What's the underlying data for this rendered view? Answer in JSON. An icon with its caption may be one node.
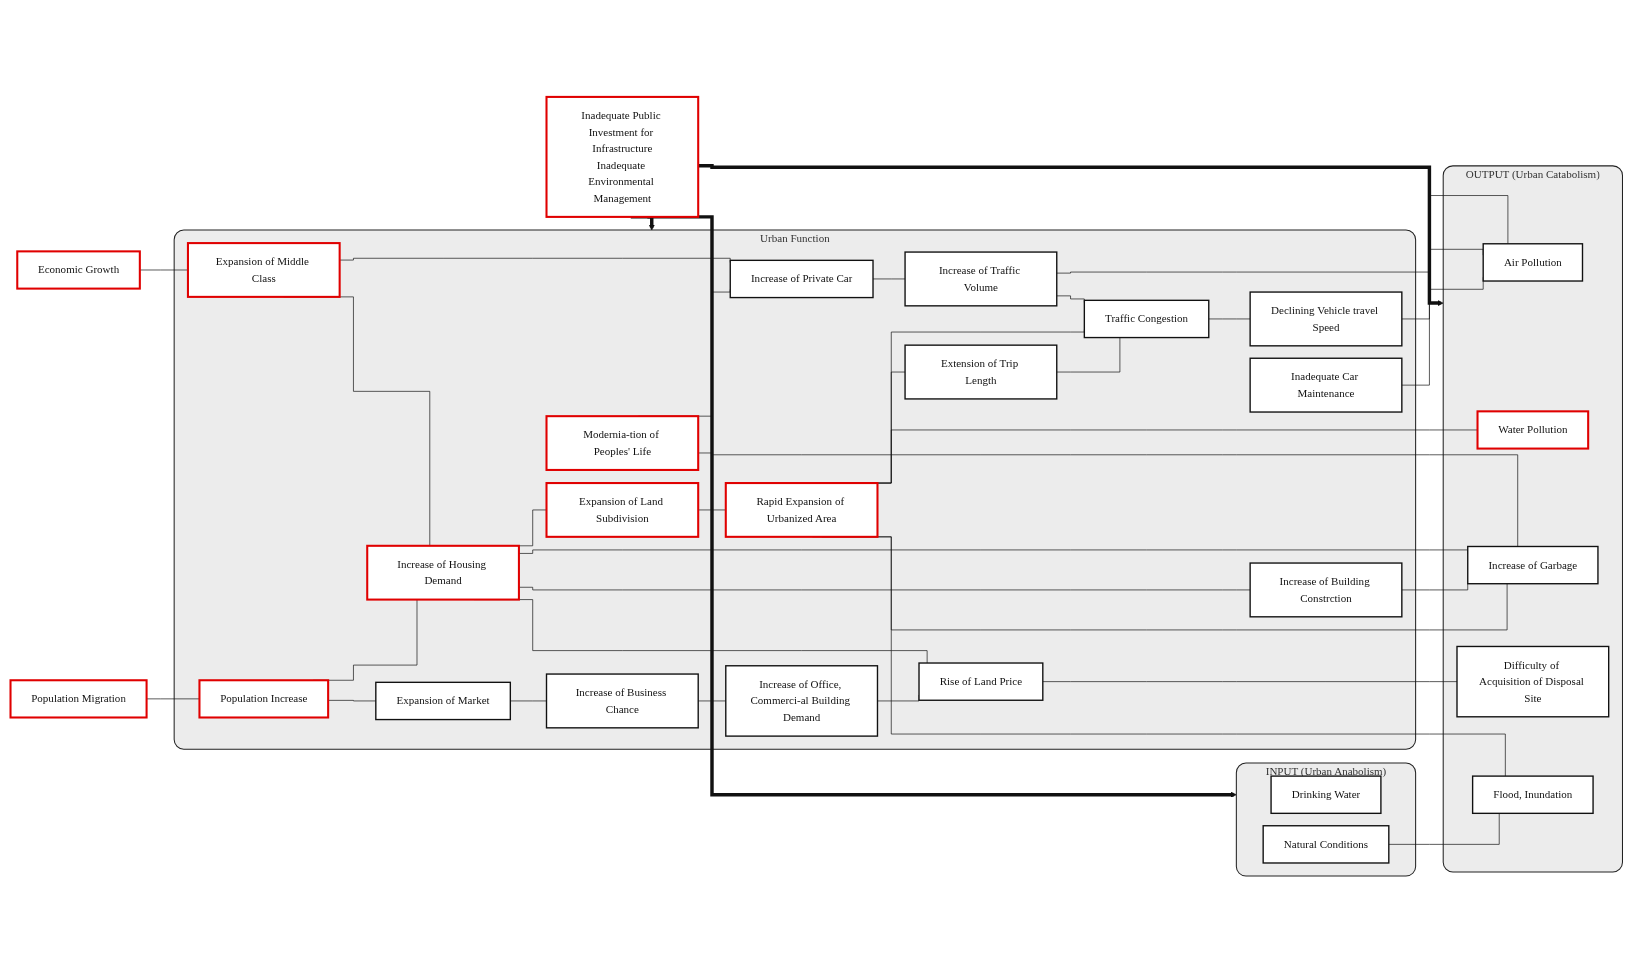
{
  "diagram": {
    "nodes": [
      {
        "text": [
          "INPUT (Urban Anabolism)"
        ]
      },
      {
        "text": [
          "Urban Function"
        ]
      },
      {
        "text": [
          "OUTPUT (Urban Catabolism)"
        ]
      },
      {
        "text": [
          "Economic Growth"
        ]
      },
      {
        "text": [
          "Population Migration"
        ]
      },
      {
        "text": [
          "Drinking Water"
        ],
        "in": 0
      },
      {
        "text": [
          "Natural Conditions"
        ],
        "in": 0
      },
      {
        "text": [
          "Increase of Private Car"
        ],
        "in": 1
      },
      {
        "text": [
          "Expansion of Middle Class"
        ],
        "in": 1
      },
      {
        "text": [
          "Increase of Housing Demand"
        ],
        "in": 1
      },
      {
        "text": [
          "Modernia-tion of Peoples' Life"
        ],
        "in": 1
      },
      {
        "text": [
          "Population Increase"
        ],
        "in": 1
      },
      {
        "text": [
          "Expansion of Market"
        ],
        "in": 1
      },
      {
        "text": [
          "Increase of Business Chance"
        ],
        "in": 1
      },
      {
        "text": [
          "Increase of Office, Commerci-al Building Demand"
        ],
        "in": 1
      },
      {
        "text": [
          "Expansion of Land Subdivision"
        ],
        "in": 1
      },
      {
        "text": [
          "Increase of Building Constrction"
        ],
        "in": 1
      },
      {
        "text": [
          "Increase of Traffic Volume"
        ],
        "in": 1
      },
      {
        "text": [
          "Rapid Expansion of Urbanized Area"
        ],
        "in": 1
      },
      {
        "text": [
          "Extension of Trip Length"
        ],
        "in": 1
      },
      {
        "text": [
          "Traffic Congestion"
        ],
        "in": 1
      },
      {
        "text": [
          "Declining Vehicle travel Speed"
        ],
        "in": 1
      },
      {
        "text": [
          "Inadequate Car Maintenance"
        ],
        "in": 1
      },
      {
        "text": [
          "Rise of Land Price"
        ],
        "in": 1
      },
      {
        "text": [
          "Air Pollution"
        ],
        "in": 2
      },
      {
        "text": [
          "Water Pollution"
        ],
        "in": 2
      },
      {
        "text": [
          "Increase of Garbage"
        ],
        "in": 2
      },
      {
        "text": [
          "Difficulty of Acquisition of Disposal Site"
        ],
        "in": 2
      },
      {
        "text": [
          "Flood, Inundation"
        ],
        "in": 2
      },
      {
        "text": [
          "Inadequate Public Investment for Infrastructure",
          "Inadequate Environmental Management"
        ]
      }
    ],
    "edges": [
      {
        "from": 3,
        "to": 8,
        "arrow": "none"
      },
      {
        "from": 4,
        "to": 11,
        "arrow": "none"
      },
      {
        "from": 8,
        "to": 7,
        "arrow": "none"
      },
      {
        "from": 10,
        "to": 7,
        "arrow": "none"
      },
      {
        "from": 8,
        "to": 9,
        "arrow": "none"
      },
      {
        "from": 11,
        "to": 9,
        "arrow": "none"
      },
      {
        "from": 11,
        "to": 12,
        "arrow": "none"
      },
      {
        "from": 10,
        "to": 26,
        "arrow": "none"
      },
      {
        "from": 12,
        "to": 13,
        "arrow": "none"
      },
      {
        "from": 13,
        "to": 14,
        "arrow": "none"
      },
      {
        "from": 9,
        "to": 15,
        "arrow": "none"
      },
      {
        "from": 9,
        "to": 16,
        "arrow": "none"
      },
      {
        "from": 9,
        "to": 26,
        "arrow": "none"
      },
      {
        "from": 16,
        "to": 26,
        "arrow": "none"
      },
      {
        "from": 9,
        "to": 23,
        "arrow": "none"
      },
      {
        "from": 15,
        "to": 18,
        "arrow": "none"
      },
      {
        "from": 14,
        "to": 23,
        "arrow": "none"
      },
      {
        "from": 23,
        "to": 27,
        "arrow": "none"
      },
      {
        "from": 7,
        "to": 17,
        "arrow": "none"
      },
      {
        "from": 17,
        "to": 24,
        "arrow": "none"
      },
      {
        "from": 17,
        "to": 20,
        "arrow": "none"
      },
      {
        "from": 18,
        "to": 20,
        "arrow": "none"
      },
      {
        "from": 18,
        "to": 19,
        "arrow": "none"
      },
      {
        "from": 19,
        "to": 20,
        "arrow": "none"
      },
      {
        "from": 20,
        "to": 21,
        "arrow": "none"
      },
      {
        "from": 21,
        "to": 24,
        "arrow": "none"
      },
      {
        "from": 22,
        "to": 24,
        "arrow": "none"
      },
      {
        "from": 18,
        "to": 25,
        "arrow": "none"
      },
      {
        "from": 18,
        "to": 26,
        "arrow": "none"
      },
      {
        "from": 18,
        "to": 28,
        "arrow": "none"
      },
      {
        "from": 6,
        "to": 28,
        "arrow": "none"
      },
      {
        "from": 29,
        "to": 0,
        "arrow": "to",
        "style": "thick"
      },
      {
        "from": 29,
        "to": 1,
        "arrow": "to",
        "style": "thick"
      },
      {
        "from": 29,
        "to": 2,
        "arrow": "to",
        "style": "thick"
      }
    ]
  }
}
